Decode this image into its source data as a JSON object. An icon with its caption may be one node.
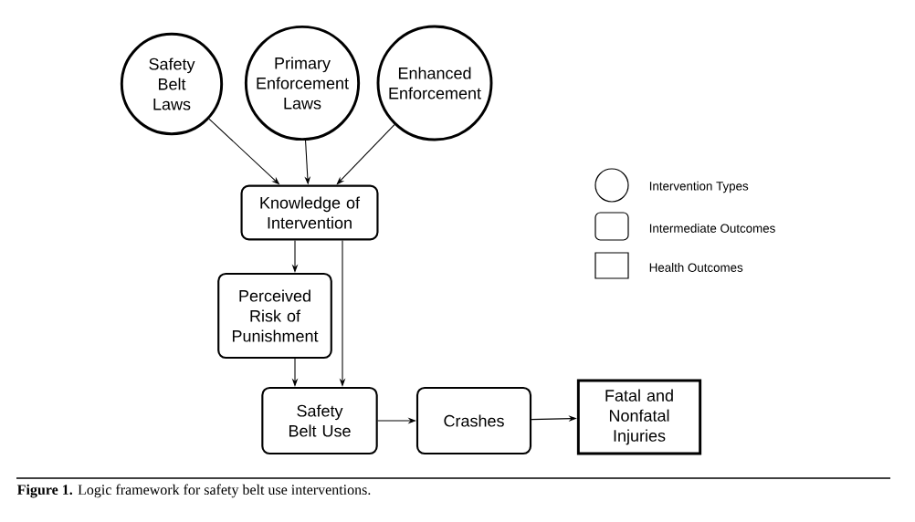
{
  "diagram": {
    "caption": "**Figure 1.** Logic framework for safety belt use interventions.",
    "nodes": [
      {
        "text": [
          "Safety Belt Laws"
        ]
      },
      {
        "text": [
          "Primary Enforcement Laws"
        ]
      },
      {
        "text": [
          "Enhanced Enforcement"
        ]
      },
      {
        "text": [
          "Knowledge of Intervention"
        ]
      },
      {
        "text": [
          "Perceived Risk of Punishment"
        ]
      },
      {
        "text": [
          "Safety Belt Use"
        ]
      },
      {
        "text": [
          "Crashes"
        ]
      },
      {
        "text": [
          "Fatal and Nonfatal Injuries"
        ]
      }
    ],
    "edges": [
      {
        "from": 0,
        "to": 3,
        "arrow": "to"
      },
      {
        "from": 1,
        "to": 3,
        "arrow": "to"
      },
      {
        "from": 2,
        "to": 3,
        "arrow": "to"
      },
      {
        "from": 3,
        "to": 4,
        "arrow": "to"
      },
      {
        "from": 3,
        "to": 5,
        "arrow": "to"
      },
      {
        "from": 4,
        "to": 5,
        "arrow": "to"
      },
      {
        "from": 5,
        "to": 6,
        "arrow": "to"
      },
      {
        "from": 6,
        "to": 7,
        "arrow": "to"
      }
    ],
    "legend": [
      {
        "text": "Intervention Types"
      },
      {
        "text": "Intermediate Outcomes"
      },
      {
        "text": "Health Outcomes"
      }
    ]
  }
}
